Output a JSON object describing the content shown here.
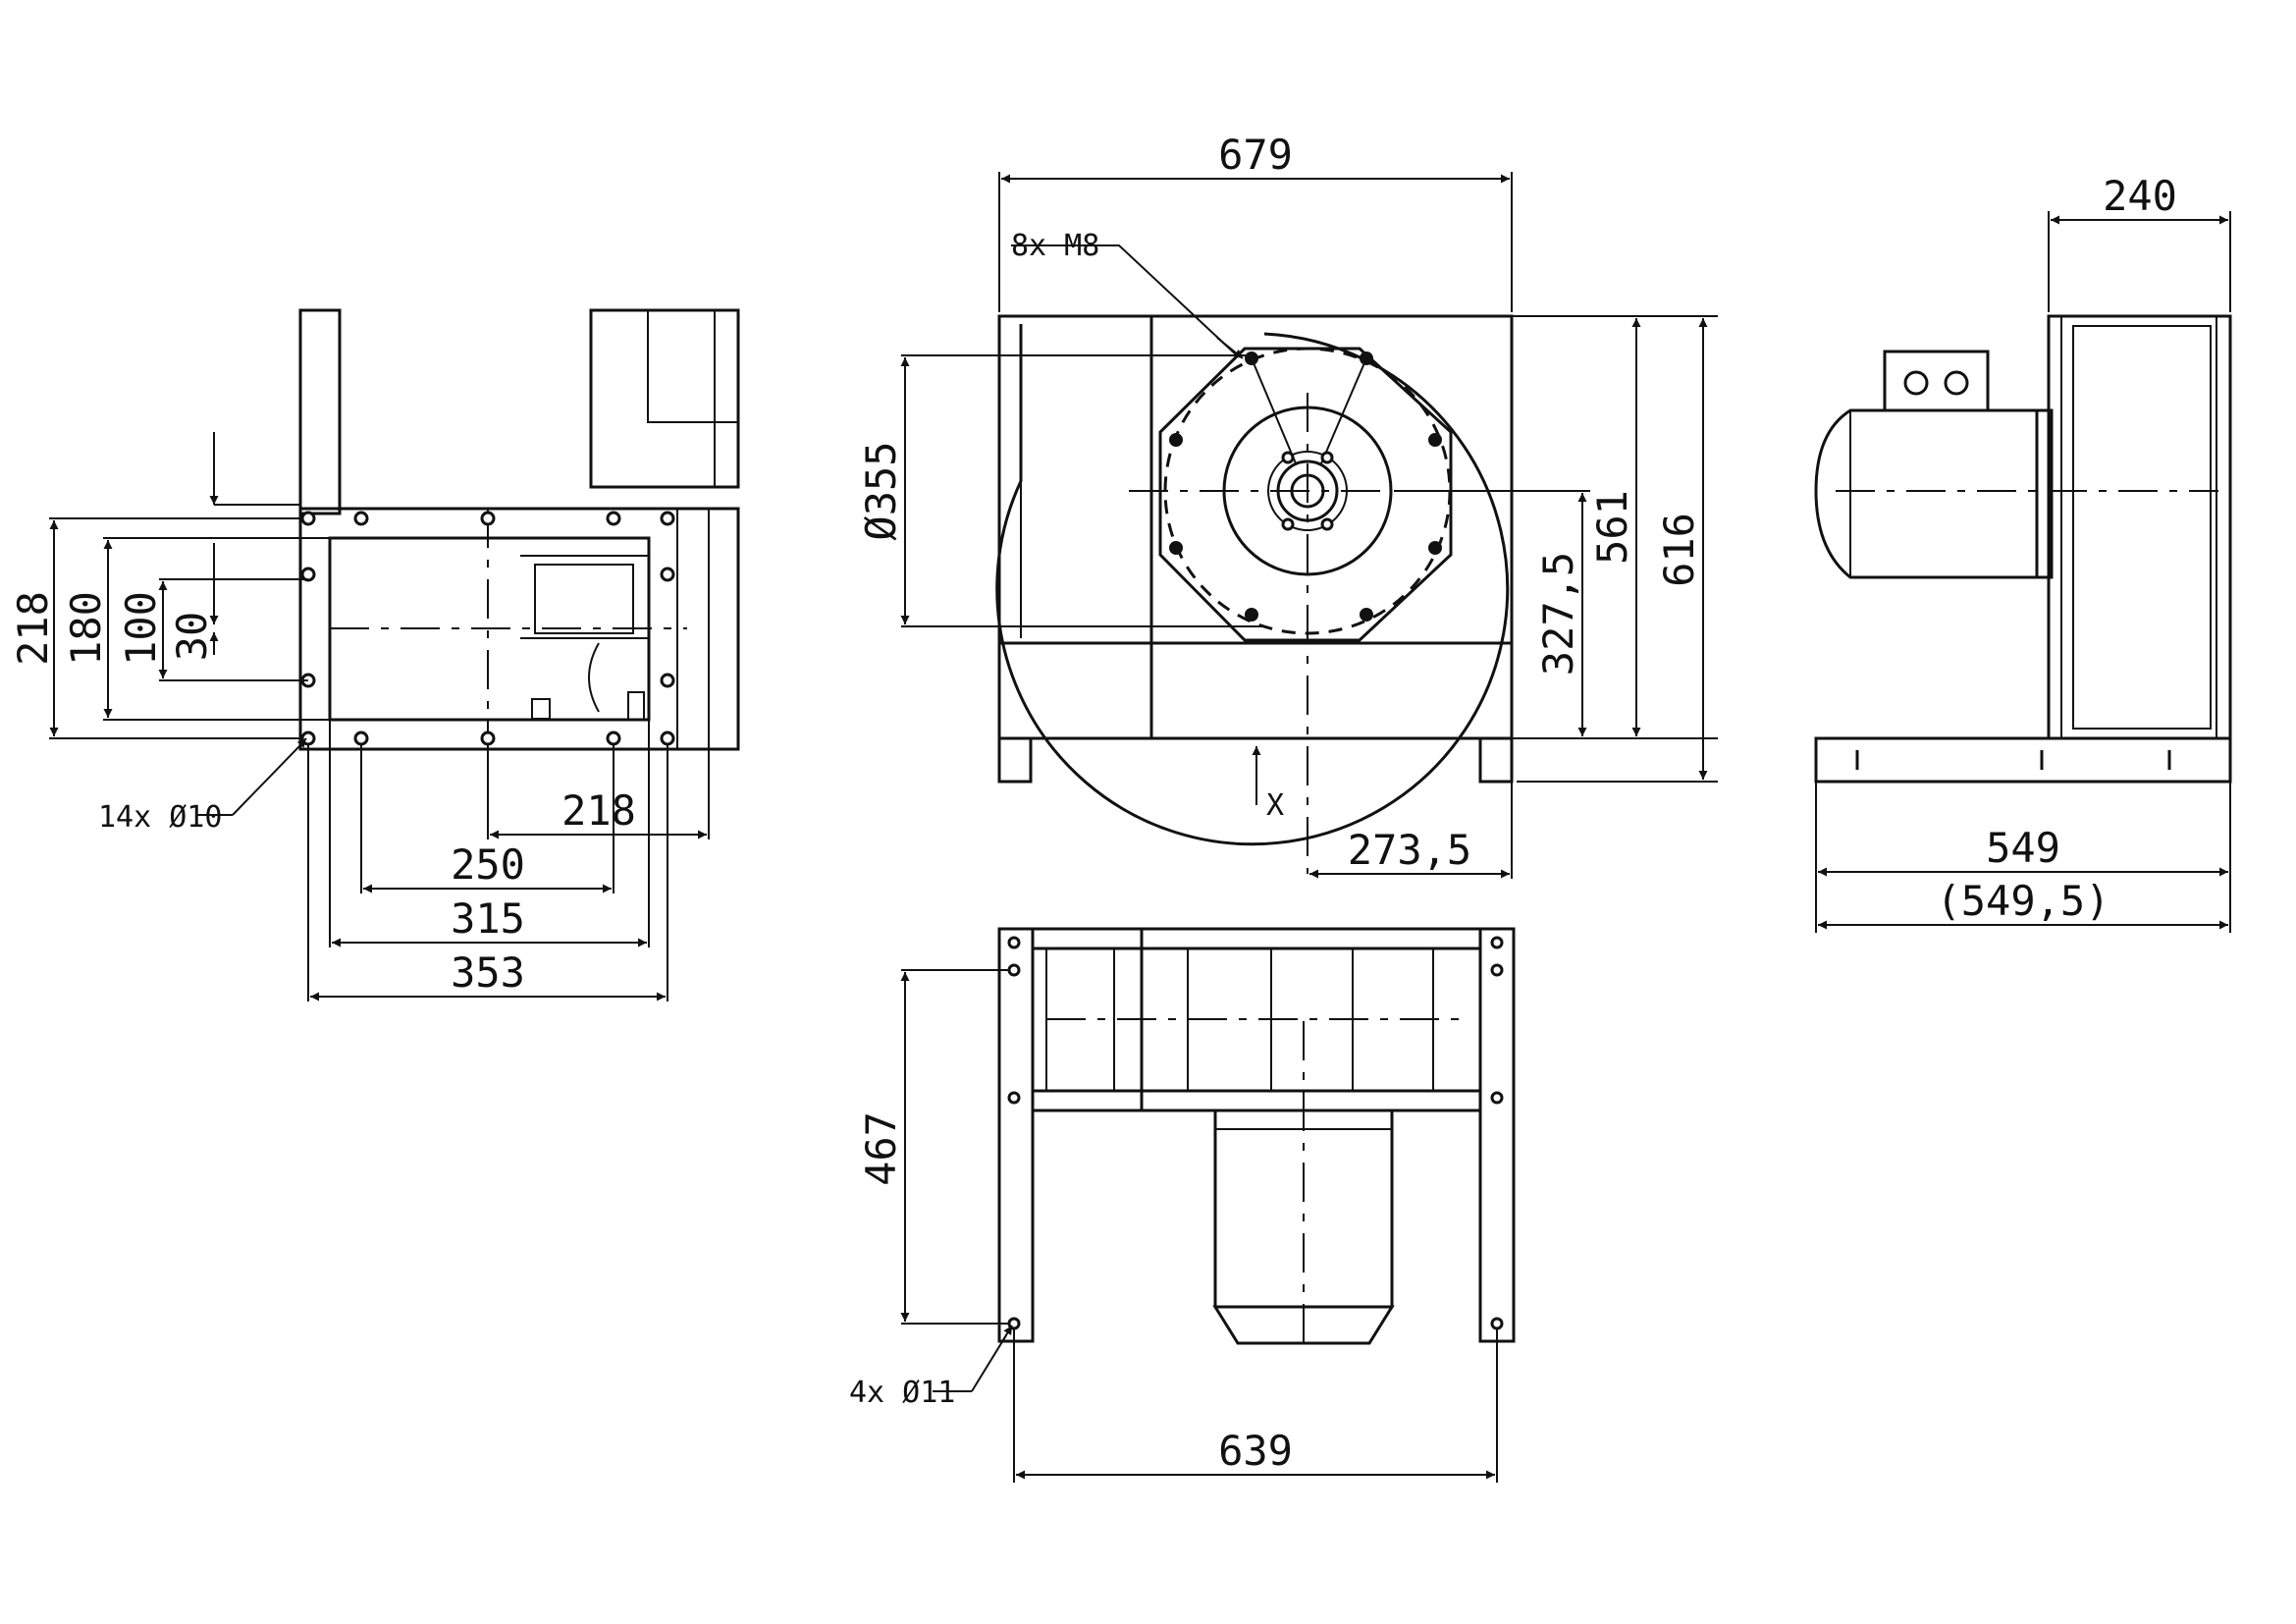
{
  "views": {
    "side_left": {
      "dimensions": {
        "d218_vertical": "218",
        "d180": "180",
        "d100": "100",
        "d30": "30",
        "d218_horizontal": "218",
        "d250": "250",
        "d315": "315",
        "d353": "353"
      },
      "callout_holes": "14x Ø10"
    },
    "front": {
      "dimensions": {
        "d679": "679",
        "d355": "Ø355",
        "d561": "561",
        "d616": "616",
        "d327_5": "327,5",
        "d273_5": "273,5",
        "axis_x": "X"
      },
      "callout_threads": "8x M8"
    },
    "side_right": {
      "dimensions": {
        "d240": "240",
        "d549": "549",
        "d549_5": "(549,5)"
      }
    },
    "bottom": {
      "dimensions": {
        "d467": "467",
        "d639": "639"
      },
      "callout_holes": "4x Ø11"
    }
  }
}
